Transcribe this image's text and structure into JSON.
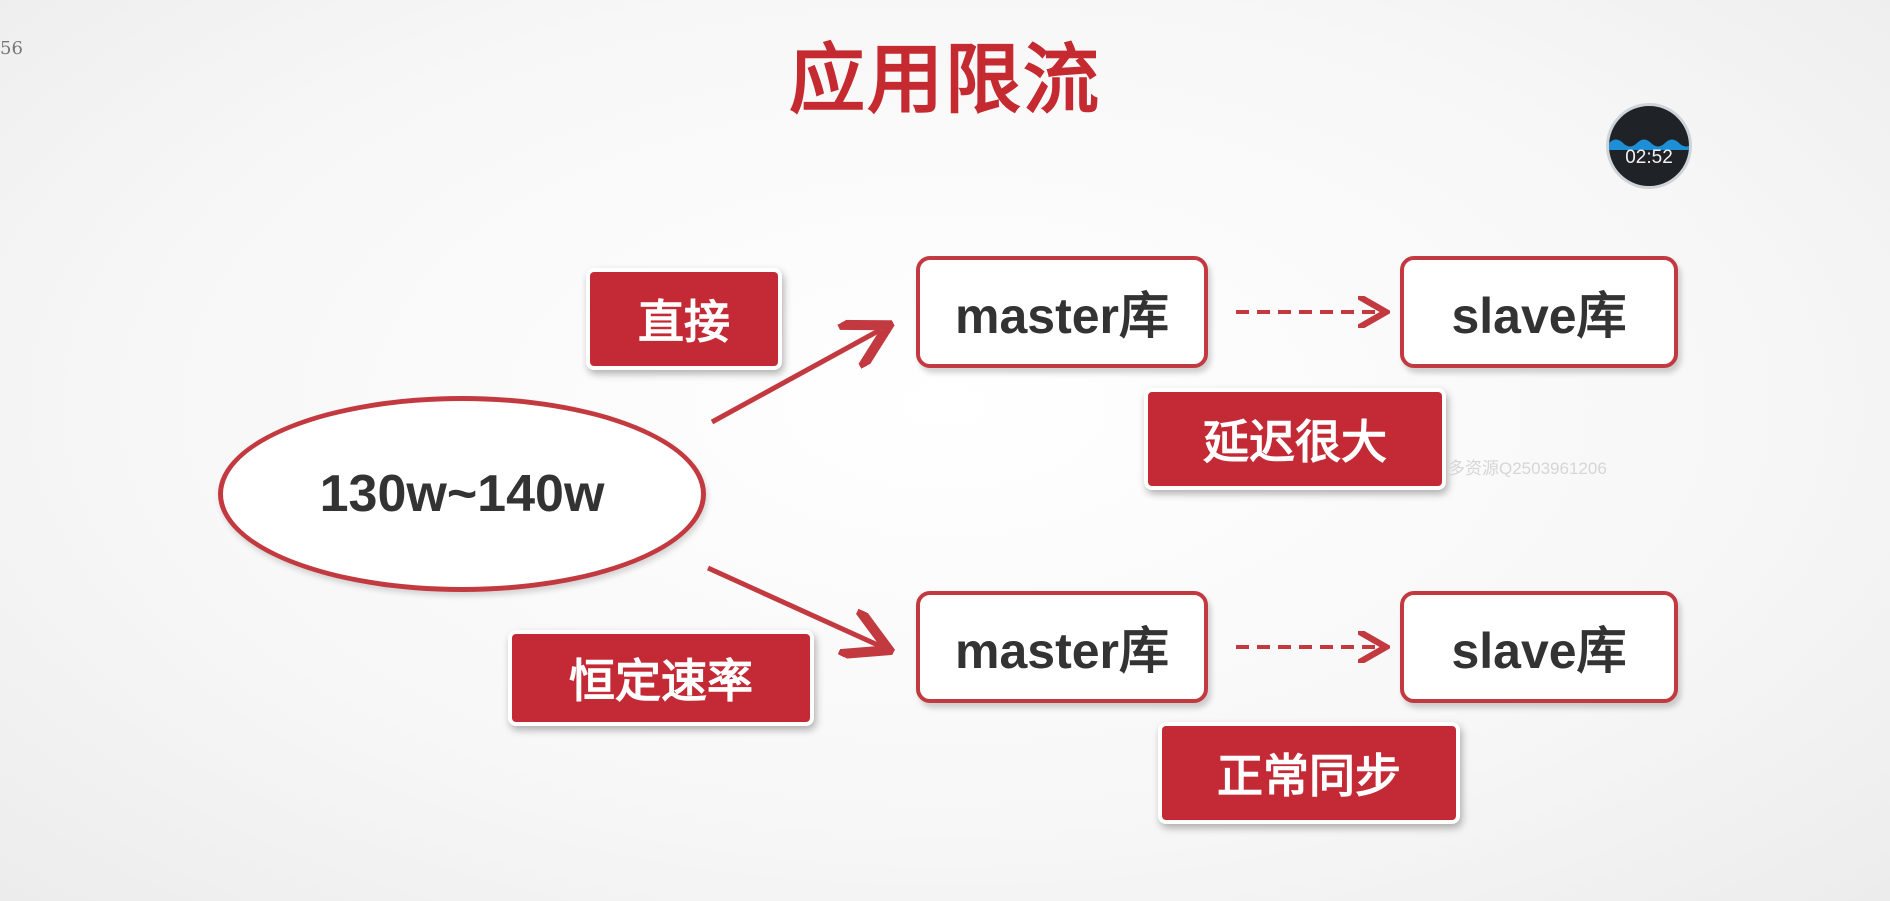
{
  "title": "应用限流",
  "corner_text": "56",
  "timer": {
    "time": "02:52"
  },
  "source": {
    "label": "130w~140w"
  },
  "upper": {
    "tag": "直接",
    "master": "master库",
    "slave": "slave库",
    "status": "延迟很大"
  },
  "lower": {
    "tag": "恒定速率",
    "master": "master库",
    "slave": "slave库",
    "status": "正常同步"
  },
  "watermark": "多资源Q2503961206",
  "colors": {
    "accent": "#c42a35",
    "text": "#333333"
  }
}
